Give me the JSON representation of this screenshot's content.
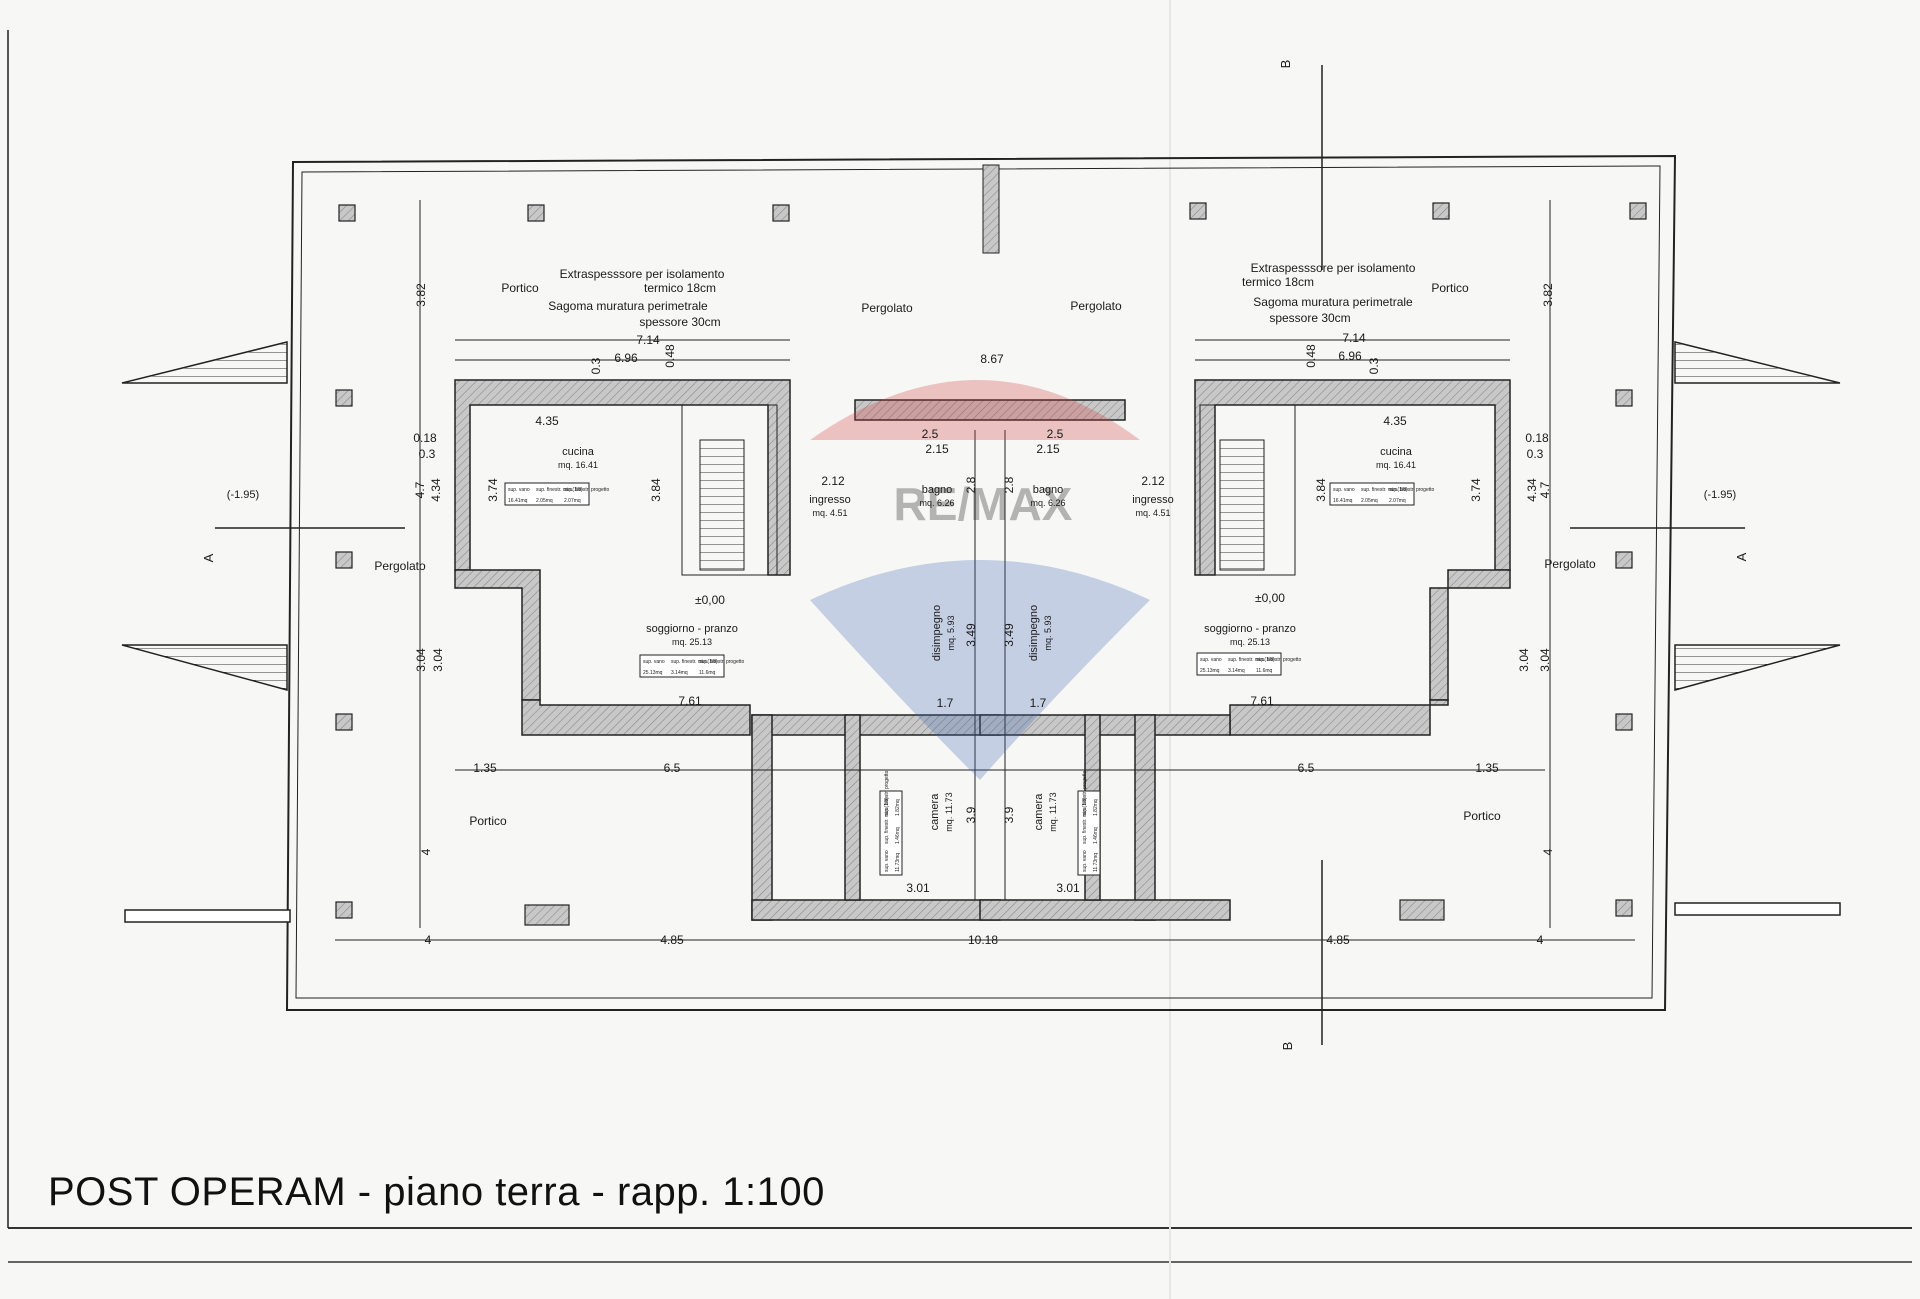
{
  "caption": "POST OPERAM - piano terra - rapp. 1:100",
  "watermark": "RE/MAX",
  "colors": {
    "ink": "#1a1a1a",
    "wall_fill": "#bdbdbd",
    "watermark_red": "#d23a3a",
    "watermark_blue": "#3f67b4"
  },
  "section_markers": {
    "a": "A",
    "b": "B"
  },
  "levels": {
    "exterior": "(-1.95)",
    "floor": "±0,00"
  },
  "areas": {
    "portico": "Portico",
    "pergolato": "Pergolato"
  },
  "notes": {
    "insulation_line1": "Extraspesssore per isolamento",
    "insulation_line2": "termico 18cm",
    "masonry_line1": "Sagoma muratura perimetrale",
    "masonry_line2": "spessore 30cm"
  },
  "rooms": {
    "cucina": {
      "name": "cucina",
      "area": "mq. 16.41"
    },
    "soggiorno": {
      "name": "soggiorno - pranzo",
      "area": "mq. 25.13"
    },
    "ingresso": {
      "name": "ingresso",
      "area": "mq. 4.51"
    },
    "bagno": {
      "name": "bagno",
      "area": "mq. 6.26"
    },
    "disimpegno": {
      "name": "disimpegno",
      "area": "mq. 5.93"
    },
    "camera": {
      "name": "camera",
      "area": "mq. 11.73"
    }
  },
  "ratio_table": {
    "headers": [
      "sup. vano",
      "sup. finestr. min.(1/8)",
      "sup. finestr. progetto"
    ],
    "cucina": [
      "16.41mq",
      "2.05mq",
      "2.07mq"
    ],
    "soggiorno": [
      "25.13mq",
      "3.14mq",
      "11.6mq"
    ],
    "camera": [
      "11.73mq",
      "1.46mq",
      "1.82mq"
    ]
  },
  "dimensions": {
    "d382": "3.82",
    "d714": "7.14",
    "d696": "6.96",
    "d867": "8.67",
    "d435": "4.35",
    "d018": "0.18",
    "d03": "0.3",
    "d048": "0.48",
    "d47": "4.7",
    "d434": "4.34",
    "d374": "3.74",
    "d384": "3.84",
    "d25": "2.5",
    "d215": "2.15",
    "d212": "2.12",
    "d28": "2.8",
    "d349": "3.49",
    "d17": "1.7",
    "d761": "7.61",
    "d304": "3.04",
    "d135": "1.35",
    "d65": "6.5",
    "d39": "3.9",
    "d301": "3.01",
    "d4": "4",
    "d485": "4.85",
    "d1018": "10.18"
  }
}
